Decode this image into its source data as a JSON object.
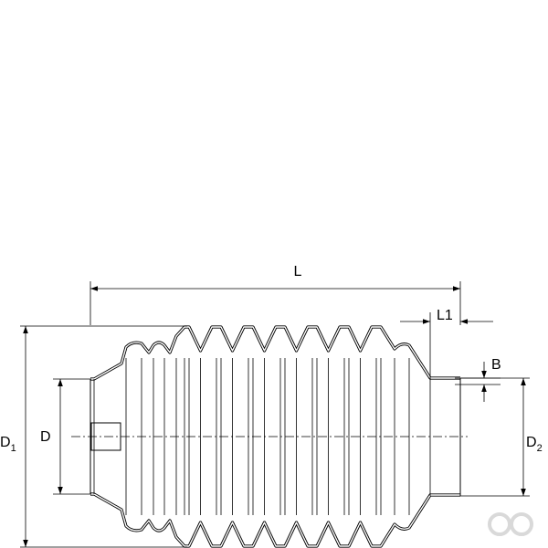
{
  "labels": {
    "L": "L",
    "L1": "L1",
    "B": "B",
    "D": "D",
    "D1_main": "D",
    "D1_sub": "1",
    "D2_main": "D",
    "D2_sub": "2"
  },
  "logo": {
    "icon": "infinity-logo-icon",
    "color": "#d9d9d9"
  }
}
